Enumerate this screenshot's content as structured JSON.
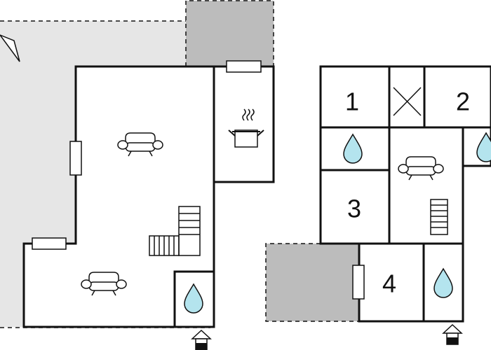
{
  "floor_plan": {
    "rooms": [
      {
        "id": "bedroom-1",
        "number": "1"
      },
      {
        "id": "bedroom-2",
        "number": "2"
      },
      {
        "id": "bedroom-3",
        "number": "3"
      },
      {
        "id": "bedroom-4",
        "number": "4"
      }
    ],
    "icons": {
      "bathroom": "water-drop-icon",
      "living": "sofa-icon",
      "kitchen": "cooking-pot-icon",
      "stairs": "staircase-icon",
      "entrance": "entrance-arrow-icon",
      "void": "cross-void-icon",
      "north": "north-arrow-icon"
    },
    "colors": {
      "wall": "#111111",
      "terrace": "#e6e6e6",
      "covered_area": "#bcbcbc",
      "water": "#b4e4ee"
    }
  }
}
